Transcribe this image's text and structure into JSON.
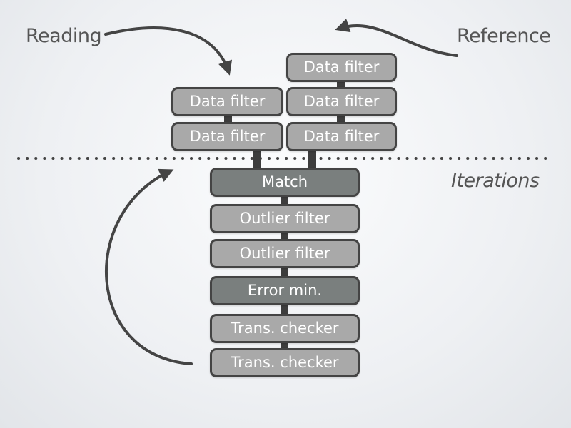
{
  "labels": {
    "reading": "Reading",
    "reference": "Reference",
    "iterations": "Iterations"
  },
  "reading_stack": [
    {
      "text": "Data filter"
    },
    {
      "text": "Data filter"
    }
  ],
  "reference_stack": [
    {
      "text": "Data filter"
    },
    {
      "text": "Data filter"
    },
    {
      "text": "Data filter"
    }
  ],
  "pipeline": [
    {
      "text": "Match",
      "style": "dark"
    },
    {
      "text": "Outlier filter",
      "style": "light"
    },
    {
      "text": "Outlier filter",
      "style": "light"
    },
    {
      "text": "Error min.",
      "style": "dark"
    },
    {
      "text": "Trans. checker",
      "style": "light"
    },
    {
      "text": "Trans. checker",
      "style": "light"
    }
  ],
  "colors": {
    "light_box": "#a9a9a9",
    "dark_box": "#7a7f7e",
    "border": "#444444",
    "text": "#555555"
  }
}
